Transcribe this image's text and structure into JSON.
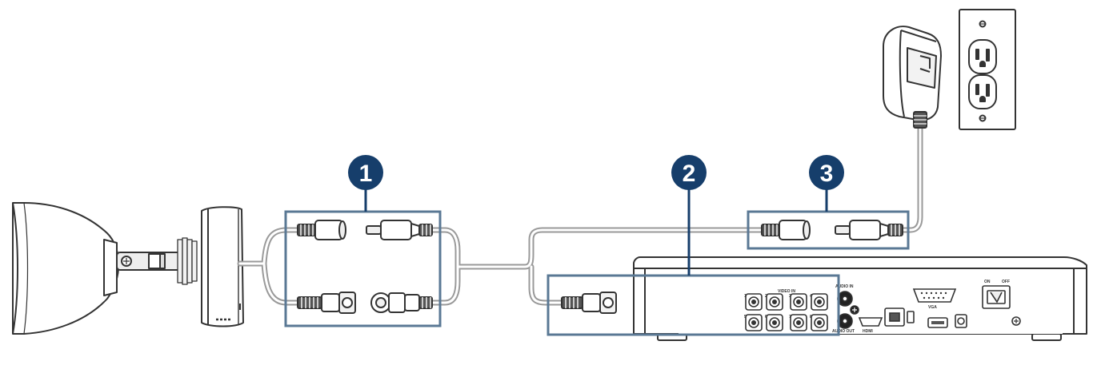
{
  "callouts": [
    {
      "number": "1"
    },
    {
      "number": "2"
    },
    {
      "number": "3"
    }
  ],
  "dvr_labels": {
    "video_in": "VIDEO IN",
    "audio_in": "AUDIO IN",
    "audio_out": "AUDIO OUT",
    "vga": "VGA",
    "hdmi": "HDMI",
    "on": "ON",
    "off": "OFF",
    "ch1": "1",
    "ch2": "2",
    "ch3": "3",
    "ch4": "4",
    "ch5": "5",
    "ch6": "6",
    "ch7": "7",
    "ch8": "8"
  },
  "colors": {
    "callout_navy": "#163e6b",
    "box_outline": "#5a7894",
    "line_art": "#333333",
    "cable": "#9a9a9a"
  }
}
